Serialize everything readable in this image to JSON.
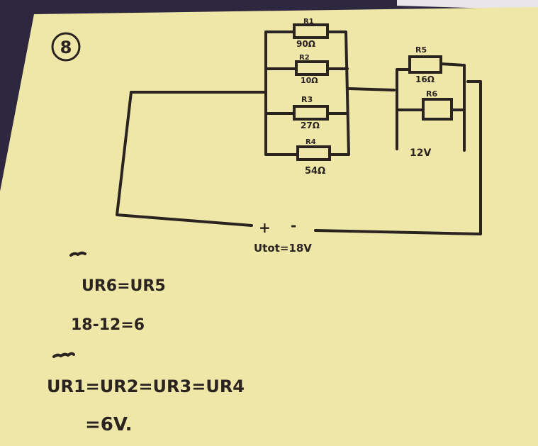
{
  "problem_number": "8",
  "circuit": {
    "resistors": [
      {
        "name": "R1",
        "value": "90Ω"
      },
      {
        "name": "R2",
        "value": "10Ω"
      },
      {
        "name": "R3",
        "value": "27Ω"
      },
      {
        "name": "R4",
        "value": "54Ω"
      },
      {
        "name": "R5",
        "value": "16Ω"
      },
      {
        "name": "R6",
        "value": ""
      }
    ],
    "parallel_voltage": "12V",
    "source_plus": "+",
    "source_minus": "-",
    "total_voltage": "Utot=18V"
  },
  "notes": [
    "UR6=UR5",
    "18-12=6",
    "UR1=UR2=UR3=UR4",
    "=6V."
  ],
  "colors": {
    "paper": "#efe7a8",
    "ink": "#2b2320",
    "desk": "#2e2740"
  }
}
